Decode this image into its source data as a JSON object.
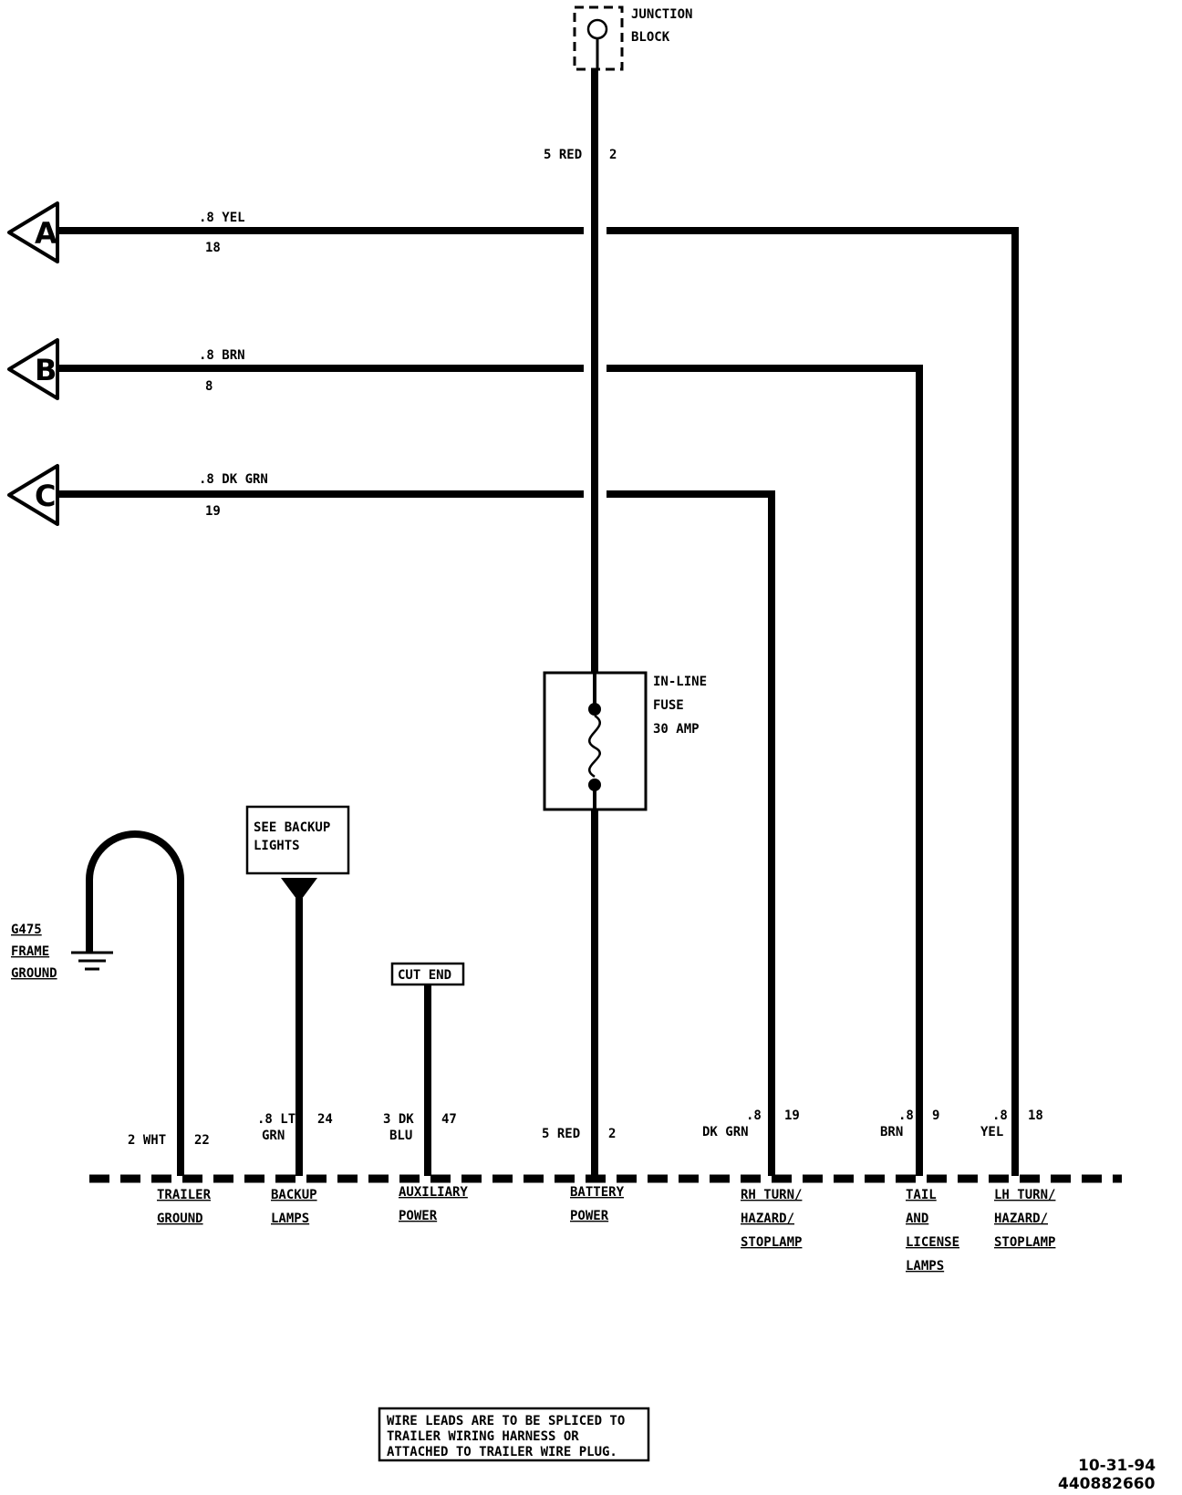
{
  "junction_block": {
    "line1": "JUNCTION",
    "line2": "BLOCK"
  },
  "battery_wire_top": {
    "gauge": "5 RED",
    "circuit": "2"
  },
  "connectors": [
    {
      "letter": "A",
      "gauge": ".8 YEL",
      "circuit": "18"
    },
    {
      "letter": "B",
      "gauge": ".8 BRN",
      "circuit": "8"
    },
    {
      "letter": "C",
      "gauge": ".8 DK GRN",
      "circuit": "19"
    }
  ],
  "fuse": {
    "line1": "IN-LINE",
    "line2": "FUSE",
    "line3": "30 AMP"
  },
  "see_backup": {
    "line1": "SEE BACKUP",
    "line2": "LIGHTS"
  },
  "cut_end": "CUT END",
  "ground": {
    "line1": "G475",
    "line2": "FRAME",
    "line3": "GROUND"
  },
  "bottom_wires": [
    {
      "gauge_l1": "2 WHT",
      "gauge_l2": "",
      "circuit": "22",
      "term_l1": "TRAILER",
      "term_l2": "GROUND",
      "term_l3": "",
      "term_l4": ""
    },
    {
      "gauge_l1": ".8 LT",
      "gauge_l2": "GRN",
      "circuit": "24",
      "term_l1": "BACKUP",
      "term_l2": "LAMPS",
      "term_l3": "",
      "term_l4": ""
    },
    {
      "gauge_l1": "3 DK",
      "gauge_l2": "BLU",
      "circuit": "47",
      "term_l1": "AUXILIARY",
      "term_l2": "POWER",
      "term_l3": "",
      "term_l4": ""
    },
    {
      "gauge_l1": "5 RED",
      "gauge_l2": "",
      "circuit": "2",
      "term_l1": "BATTERY",
      "term_l2": "POWER",
      "term_l3": "",
      "term_l4": ""
    },
    {
      "gauge_l1": ".8",
      "gauge_l2": "DK GRN",
      "circuit": "19",
      "term_l1": "RH TURN/",
      "term_l2": "HAZARD/",
      "term_l3": "STOPLAMP",
      "term_l4": ""
    },
    {
      "gauge_l1": ".8",
      "gauge_l2": "BRN",
      "circuit": "9",
      "term_l1": "TAIL",
      "term_l2": "AND",
      "term_l3": "LICENSE",
      "term_l4": "LAMPS"
    },
    {
      "gauge_l1": ".8",
      "gauge_l2": "YEL",
      "circuit": "18",
      "term_l1": "LH TURN/",
      "term_l2": "HAZARD/",
      "term_l3": "STOPLAMP",
      "term_l4": ""
    }
  ],
  "note": {
    "line1": "WIRE LEADS ARE TO BE SPLICED TO",
    "line2": "TRAILER WIRING HARNESS OR",
    "line3": "ATTACHED TO TRAILER WIRE PLUG."
  },
  "footer": {
    "date": "10-31-94",
    "code": "440882660"
  }
}
